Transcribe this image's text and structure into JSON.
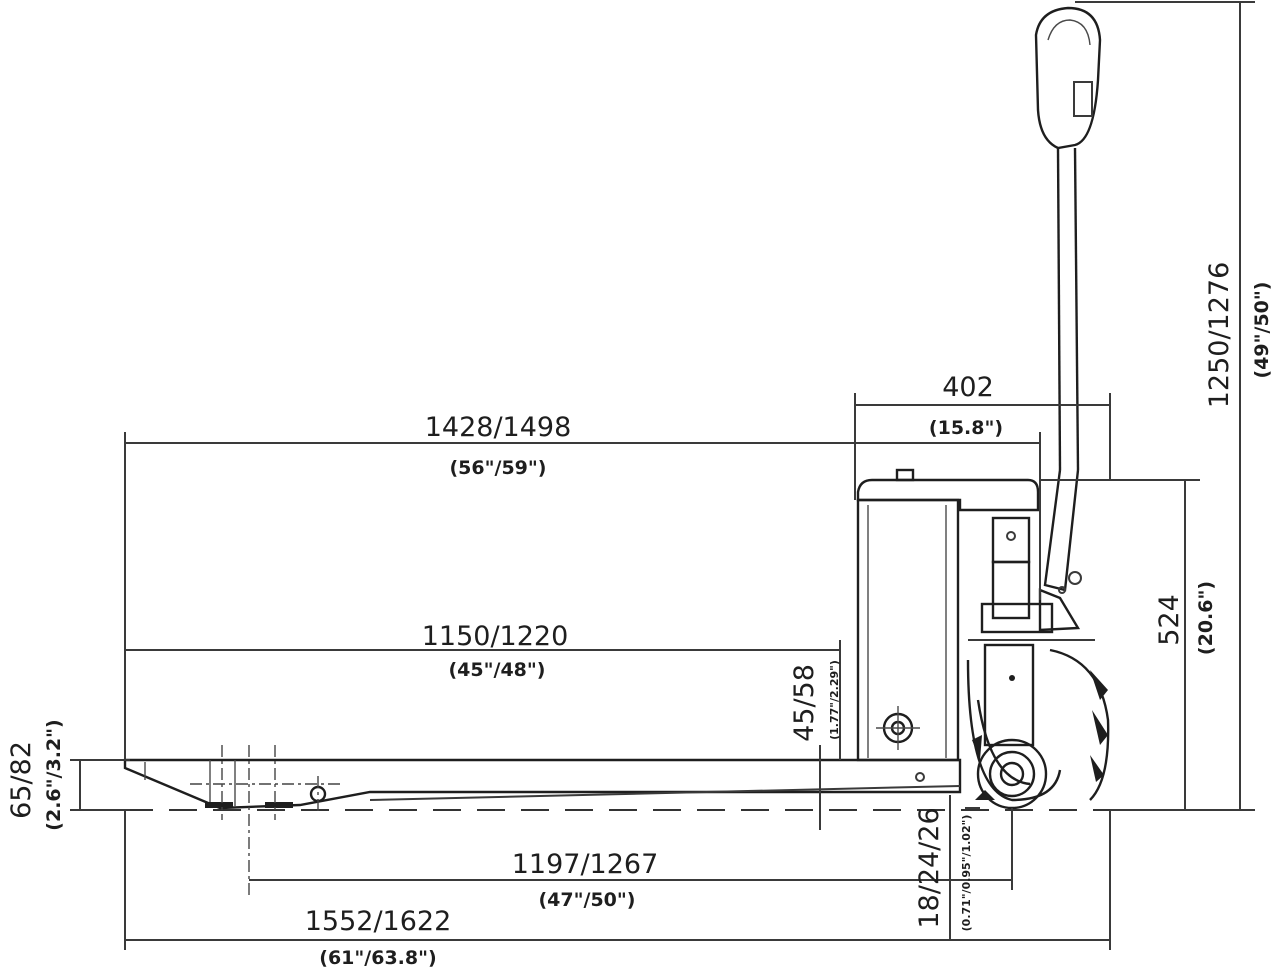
{
  "drawing": {
    "subject": "Electric pallet truck side elevation",
    "units_primary": "mm",
    "units_secondary": "inch",
    "line_color": "#3a3a3a",
    "text_color": "#1e1e1e",
    "background": "#ffffff"
  },
  "dimensions": {
    "overall_length": {
      "mm": "1552/1622",
      "inch": "(61\"/63.8\")"
    },
    "wheelbase": {
      "mm": "1197/1267",
      "inch": "(47\"/50\")"
    },
    "fork_length_top": {
      "mm": "1428/1498",
      "inch": "(56\"/59\")"
    },
    "fork_length": {
      "mm": "1150/1220",
      "inch": "(45\"/48\")"
    },
    "body_width": {
      "mm": "402",
      "inch": "(15.8\")"
    },
    "handle_height": {
      "mm": "1250/1276",
      "inch": "(49\"/50\")"
    },
    "body_height": {
      "mm": "524",
      "inch": "(20.6\")"
    },
    "fork_height_lowered": {
      "mm": "45/58",
      "inch": "(1.77\"/2.29\")"
    },
    "fork_tip_height": {
      "mm": "65/82",
      "inch": "(2.6\"/3.2\")"
    },
    "ground_clearance": {
      "mm": "18/24/26",
      "inch": "(0.71\"/0.95\"/1.02\")"
    }
  }
}
